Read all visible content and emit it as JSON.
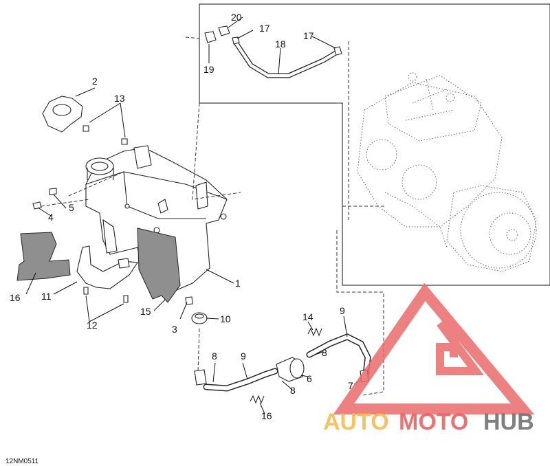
{
  "callouts": {
    "c1": "1",
    "c2": "2",
    "c3": "3",
    "c4": "4",
    "c5": "5",
    "c6": "6",
    "c7": "7",
    "c8a": "8",
    "c8b": "8",
    "c8c": "8",
    "c9a": "9",
    "c9b": "9",
    "c10": "10",
    "c11": "11",
    "c12": "12",
    "c13": "13",
    "c14": "14",
    "c15": "15",
    "c16a": "16",
    "c16b": "16",
    "c17a": "17",
    "c17b": "17",
    "c18": "18",
    "c19": "19",
    "c20": "20"
  },
  "drawing_code": "12NM0511",
  "watermark": {
    "part1": "AUTO",
    "part2": "MOTO",
    "part3": "HUB",
    "colors": {
      "auto": "#f7b84a",
      "moto": "#e85a5a",
      "hub": "#6b6b6b",
      "logo": "#ea6a6a"
    }
  }
}
